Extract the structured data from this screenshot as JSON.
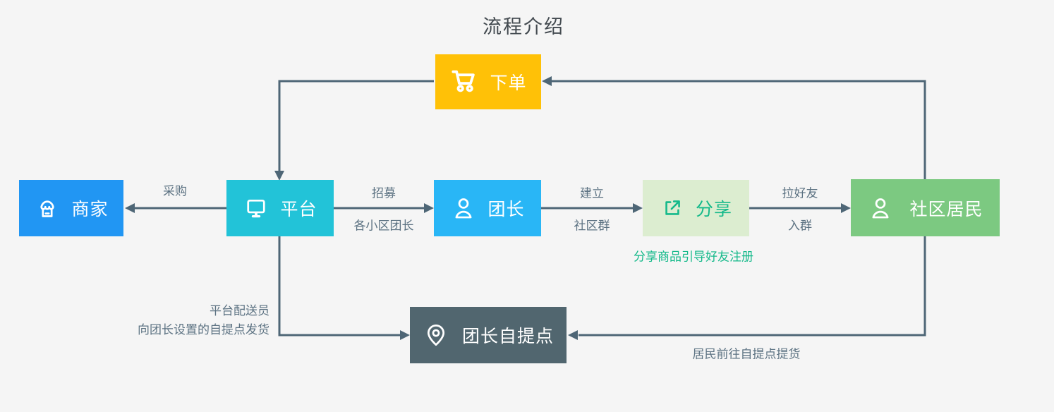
{
  "title": "流程介绍",
  "colors": {
    "background": "#f5f5f5",
    "line": "#4e6676",
    "edge_label": "#5c7282",
    "title_text": "#434a50",
    "node_text": "#ffffff"
  },
  "nodes": {
    "order": {
      "label": "下单",
      "icon": "cart-icon",
      "color": "#ffc107"
    },
    "merchant": {
      "label": "商家",
      "icon": "shop-icon",
      "color": "#2196f3"
    },
    "platform": {
      "label": "平台",
      "icon": "monitor-icon",
      "color": "#22c3d8"
    },
    "leader": {
      "label": "团长",
      "icon": "person-icon",
      "color": "#29b6f6"
    },
    "share": {
      "label": "分享",
      "icon": "share-icon",
      "color": "#dcedd0",
      "text_color": "#14b98a"
    },
    "residents": {
      "label": "社区居民",
      "icon": "person-icon",
      "color": "#7cc981"
    },
    "pickup": {
      "label": "团长自提点",
      "icon": "pin-icon",
      "color": "#51666f"
    }
  },
  "edge_labels": {
    "procure": "采购",
    "recruit_top": "招募",
    "recruit_bottom": "各小区团长",
    "establish_top": "建立",
    "establish_bottom": "社区群",
    "invite_top": "拉好友",
    "invite_bottom": "入群",
    "share_note": "分享商品引导好友注册",
    "delivery_line1": "平台配送员",
    "delivery_line2": "向团长设置的自提点发货",
    "pickup_note": "居民前往自提点提货"
  }
}
